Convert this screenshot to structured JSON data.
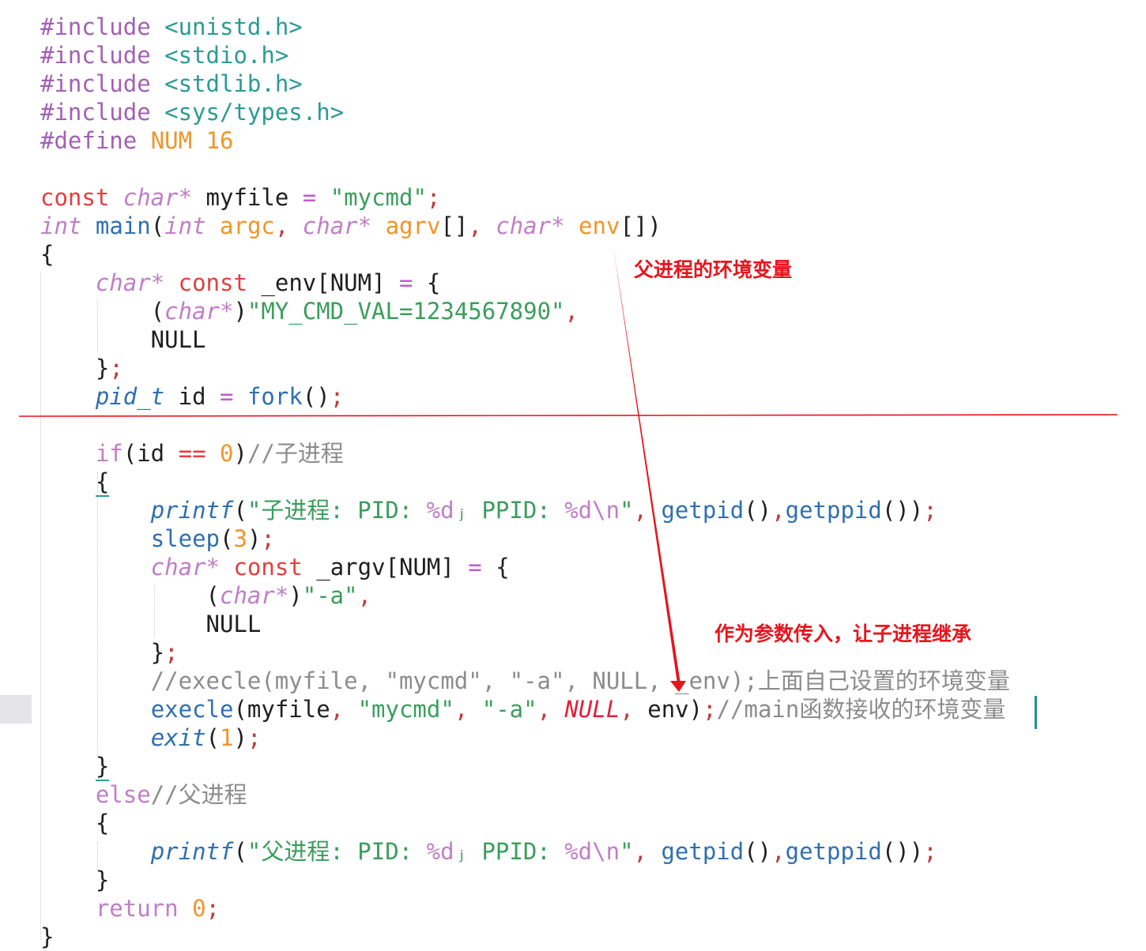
{
  "annotations": {
    "parent_env": "父进程的环境变量",
    "pass_param": "作为参数传入，让子进程继承"
  },
  "colors": {
    "preprocessor": "#a35fb5",
    "header": "#2a9c94",
    "macro": "#f0952a",
    "keyword": "#e53e3e",
    "type": "#c07ec6",
    "function": "#2f6fb0",
    "string": "#3a9e5c",
    "comment": "#8c8c8c",
    "annotation": "#e8141e"
  },
  "code_lines": [
    [
      [
        "#include ",
        "pre"
      ],
      [
        "<unistd.h>",
        "hdr"
      ]
    ],
    [
      [
        "#include ",
        "pre"
      ],
      [
        "<stdio.h>",
        "hdr"
      ]
    ],
    [
      [
        "#include ",
        "pre"
      ],
      [
        "<stdlib.h>",
        "hdr"
      ]
    ],
    [
      [
        "#include ",
        "pre"
      ],
      [
        "<sys/types.h>",
        "hdr"
      ]
    ],
    [
      [
        "#define ",
        "pre"
      ],
      [
        "NUM ",
        "mac"
      ],
      [
        "16",
        "mac"
      ]
    ],
    [],
    [
      [
        "const ",
        "kw"
      ],
      [
        "char*",
        "ty"
      ],
      [
        " myfile ",
        "plain"
      ],
      [
        "=",
        "op"
      ],
      [
        " ",
        "plain"
      ],
      [
        "\"mycmd\"",
        "str"
      ],
      [
        ";",
        "punc"
      ]
    ],
    [
      [
        "int",
        "ty"
      ],
      [
        " ",
        "plain"
      ],
      [
        "main",
        "fn"
      ],
      [
        "(",
        "plain"
      ],
      [
        "int",
        "ty"
      ],
      [
        " ",
        "plain"
      ],
      [
        "argc",
        "par"
      ],
      [
        ", ",
        "punc"
      ],
      [
        "char*",
        "ty"
      ],
      [
        " ",
        "plain"
      ],
      [
        "agrv",
        "par"
      ],
      [
        "[]",
        "plain"
      ],
      [
        ", ",
        "punc"
      ],
      [
        "char*",
        "ty"
      ],
      [
        " ",
        "plain"
      ],
      [
        "env",
        "par"
      ],
      [
        "[])",
        "plain"
      ]
    ],
    [
      [
        "{",
        "plain"
      ]
    ],
    [
      [
        "    ",
        "plain"
      ],
      [
        "char*",
        "ty"
      ],
      [
        " ",
        "plain"
      ],
      [
        "const",
        "kw"
      ],
      [
        " _env[NUM] ",
        "plain"
      ],
      [
        "=",
        "op"
      ],
      [
        " {",
        "plain"
      ]
    ],
    [
      [
        "        (",
        "plain"
      ],
      [
        "char*",
        "ty"
      ],
      [
        ")",
        "plain"
      ],
      [
        "\"MY_CMD_VAL=1234567890\"",
        "str"
      ],
      [
        ",",
        "punc"
      ]
    ],
    [
      [
        "        NULL",
        "plain"
      ]
    ],
    [
      [
        "    }",
        "plain"
      ],
      [
        ";",
        "punc"
      ]
    ],
    [
      [
        "    ",
        "plain"
      ],
      [
        "pid_t",
        "fi"
      ],
      [
        " id ",
        "plain"
      ],
      [
        "=",
        "op"
      ],
      [
        " ",
        "plain"
      ],
      [
        "fork",
        "fn"
      ],
      [
        "()",
        "plain"
      ],
      [
        ";",
        "punc"
      ]
    ],
    [],
    [
      [
        "    ",
        "plain"
      ],
      [
        "if",
        "ctl"
      ],
      [
        "(id ",
        "plain"
      ],
      [
        "==",
        "kw"
      ],
      [
        " ",
        "plain"
      ],
      [
        "0",
        "num"
      ],
      [
        ")",
        "plain"
      ],
      [
        "//子进程",
        "com"
      ]
    ],
    [
      [
        "    ",
        "plain"
      ],
      [
        "{",
        "plainu"
      ]
    ],
    [
      [
        "        ",
        "plain"
      ],
      [
        "printf",
        "fi"
      ],
      [
        "(",
        "plain"
      ],
      [
        "\"子进程: PID: ",
        "str"
      ],
      [
        "%d",
        "fmt"
      ],
      [
        "ⱼ",
        "str"
      ],
      [
        " PPID: ",
        "str"
      ],
      [
        "%d",
        "fmt"
      ],
      [
        "\\n",
        "fmt"
      ],
      [
        "\"",
        "str"
      ],
      [
        ", ",
        "punc"
      ],
      [
        "getpid",
        "fn"
      ],
      [
        "()",
        "plain"
      ],
      [
        ",",
        "punc"
      ],
      [
        "getppid",
        "fn"
      ],
      [
        "())",
        "plain"
      ],
      [
        ";",
        "punc"
      ]
    ],
    [
      [
        "        ",
        "plain"
      ],
      [
        "sleep",
        "fn"
      ],
      [
        "(",
        "plain"
      ],
      [
        "3",
        "num"
      ],
      [
        ")",
        "plain"
      ],
      [
        ";",
        "punc"
      ]
    ],
    [
      [
        "        ",
        "plain"
      ],
      [
        "char*",
        "ty"
      ],
      [
        " ",
        "plain"
      ],
      [
        "const",
        "kw"
      ],
      [
        " _argv[NUM] ",
        "plain"
      ],
      [
        "=",
        "op"
      ],
      [
        " {",
        "plain"
      ]
    ],
    [
      [
        "            (",
        "plain"
      ],
      [
        "char*",
        "ty"
      ],
      [
        ")",
        "plain"
      ],
      [
        "\"-a\"",
        "str"
      ],
      [
        ",",
        "punc"
      ]
    ],
    [
      [
        "            NULL",
        "plain"
      ]
    ],
    [
      [
        "        }",
        "plain"
      ],
      [
        ";",
        "punc"
      ]
    ],
    [
      [
        "        //execle(myfile, \"mycmd\", \"-a\", NULL, _env);上面自己设置的环境变量",
        "com"
      ]
    ],
    [
      [
        "        ",
        "plain"
      ],
      [
        "execle",
        "fn"
      ],
      [
        "(myfile",
        "plain"
      ],
      [
        ", ",
        "punc"
      ],
      [
        "\"mycmd\"",
        "str"
      ],
      [
        ", ",
        "punc"
      ],
      [
        "\"-a\"",
        "str"
      ],
      [
        ", ",
        "punc"
      ],
      [
        "NULL",
        "nul"
      ],
      [
        ", ",
        "punc"
      ],
      [
        "env)",
        "plain"
      ],
      [
        ";",
        "punc"
      ],
      [
        "//main函数接收的环境变量",
        "com"
      ]
    ],
    [
      [
        "        ",
        "plain"
      ],
      [
        "exit",
        "fi"
      ],
      [
        "(",
        "plain"
      ],
      [
        "1",
        "num"
      ],
      [
        ")",
        "plain"
      ],
      [
        ";",
        "punc"
      ]
    ],
    [
      [
        "    ",
        "plain"
      ],
      [
        "}",
        "plainu"
      ]
    ],
    [
      [
        "    ",
        "plain"
      ],
      [
        "else",
        "ctl"
      ],
      [
        "//父进程",
        "com"
      ]
    ],
    [
      [
        "    {",
        "plain"
      ]
    ],
    [
      [
        "        ",
        "plain"
      ],
      [
        "printf",
        "fi"
      ],
      [
        "(",
        "plain"
      ],
      [
        "\"父进程: PID: ",
        "str"
      ],
      [
        "%d",
        "fmt"
      ],
      [
        "ⱼ",
        "str"
      ],
      [
        " PPID: ",
        "str"
      ],
      [
        "%d",
        "fmt"
      ],
      [
        "\\n",
        "fmt"
      ],
      [
        "\"",
        "str"
      ],
      [
        ", ",
        "punc"
      ],
      [
        "getpid",
        "fn"
      ],
      [
        "()",
        "plain"
      ],
      [
        ",",
        "punc"
      ],
      [
        "getppid",
        "fn"
      ],
      [
        "())",
        "plain"
      ],
      [
        ";",
        "punc"
      ]
    ],
    [
      [
        "    }",
        "plain"
      ]
    ],
    [
      [
        "    ",
        "plain"
      ],
      [
        "return",
        "ctl"
      ],
      [
        " ",
        "plain"
      ],
      [
        "0",
        "num"
      ],
      [
        ";",
        "punc"
      ]
    ],
    [
      [
        "}",
        "plain"
      ]
    ]
  ]
}
